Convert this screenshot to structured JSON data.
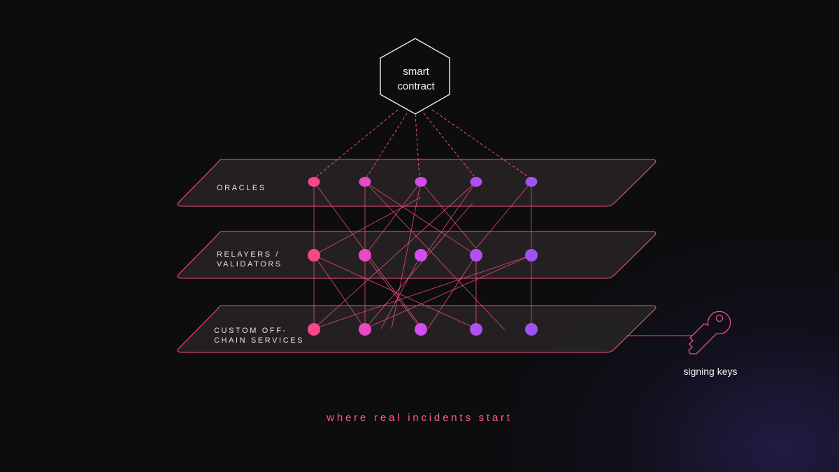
{
  "contract": {
    "label": "smart\ncontract"
  },
  "layers": [
    {
      "label": "ORACLES"
    },
    {
      "label": "RELAYERS /\nVALIDATORS"
    },
    {
      "label": "CUSTOM OFF-\nCHAIN SERVICES"
    }
  ],
  "node_colors": [
    "#f5478a",
    "#e749c7",
    "#d24df0",
    "#b24ff2",
    "#9c53f0"
  ],
  "key": {
    "label": "signing keys",
    "icon": "key-icon"
  },
  "caption": "where real incidents start",
  "colors": {
    "accent": "#f0507e",
    "background": "#0d0c0e",
    "layer_fill": "#262323",
    "glow": "#2b2566"
  }
}
